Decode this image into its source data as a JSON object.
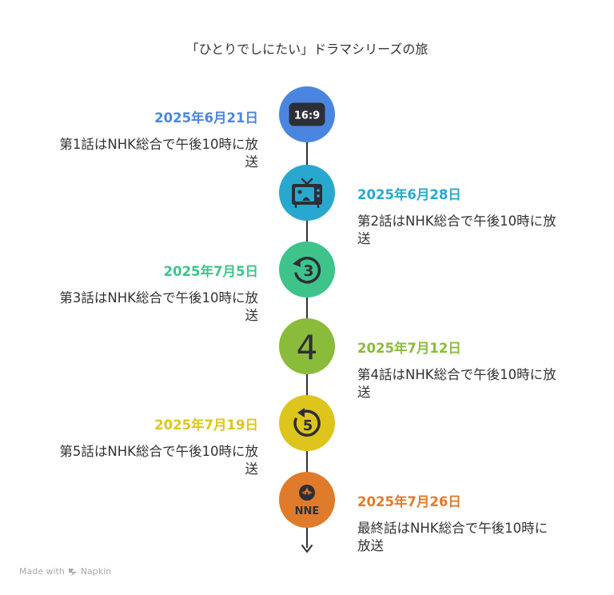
{
  "title": "「ひとりでしにたい」ドラマシリーズの旅",
  "episodes": [
    {
      "date": "2025年6月21日",
      "text": "第1話はNHK総合で午後10時に放\n送",
      "color": "#4a86e0",
      "icon": "aspect-ratio-16-9-icon",
      "icon_text": "16:9"
    },
    {
      "date": "2025年6月28日",
      "text": "第2話はNHK総合で午後10時に放\n送",
      "color": "#29a8cf",
      "icon": "retro-tv-icon"
    },
    {
      "date": "2025年7月5日",
      "text": "第3話はNHK総合で午後10時に放\n送",
      "color": "#3ec48a",
      "icon": "replay-3-icon",
      "icon_text": "3"
    },
    {
      "date": "2025年7月12日",
      "text": "第4話はNHK総合で午後10時に放\n送",
      "color": "#8bbb3a",
      "icon": "number-4-icon",
      "icon_text": "4"
    },
    {
      "date": "2025年7月19日",
      "text": "第5話はNHK総合で午後10時に放\n送",
      "color": "#ddc51d",
      "icon": "replay-5-icon",
      "icon_text": "5"
    },
    {
      "date": "2025年7月26日",
      "text": "最終話はNHK総合で午後10時に\n放送",
      "color": "#e07b2b",
      "icon": "compass-nne-icon",
      "icon_text": "NNE"
    }
  ],
  "footer": {
    "made_with": "Made with",
    "brand": "Napkin"
  }
}
